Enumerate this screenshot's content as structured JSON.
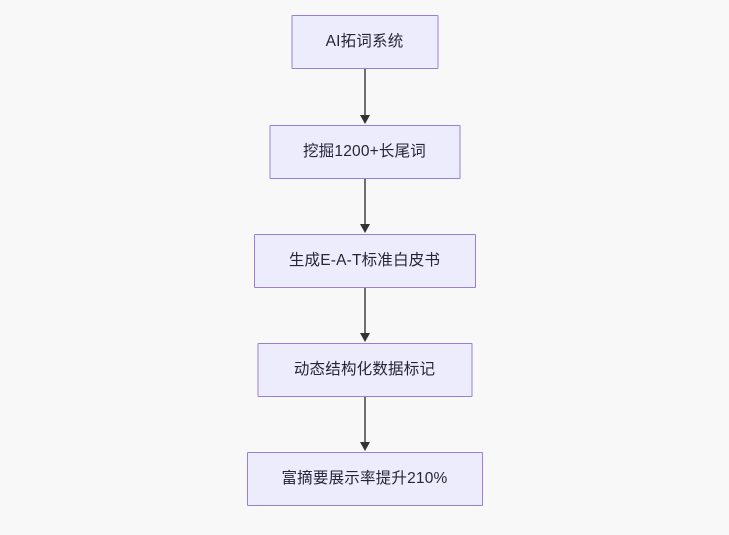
{
  "diagram": {
    "type": "flowchart",
    "direction": "top-to-bottom",
    "background_color": "#f8f8f8",
    "node_fill_color": "#ececfc",
    "node_border_color": "#9a7fd4",
    "node_text_color": "#25253a",
    "edge_line_color": "#6f6f6f",
    "edge_arrow_color": "#333333",
    "nodes": [
      {
        "id": "n1",
        "label": "AI拓词系统"
      },
      {
        "id": "n2",
        "label": "挖掘1200+长尾词"
      },
      {
        "id": "n3",
        "label": "生成E-A-T标准白皮书"
      },
      {
        "id": "n4",
        "label": "动态结构化数据标记"
      },
      {
        "id": "n5",
        "label": "富摘要展示率提升210%"
      }
    ],
    "edges": [
      {
        "id": "e1",
        "from": "n1",
        "to": "n2",
        "label": ""
      },
      {
        "id": "e2",
        "from": "n2",
        "to": "n3",
        "label": ""
      },
      {
        "id": "e3",
        "from": "n3",
        "to": "n4",
        "label": ""
      },
      {
        "id": "e4",
        "from": "n4",
        "to": "n5",
        "label": ""
      }
    ]
  }
}
